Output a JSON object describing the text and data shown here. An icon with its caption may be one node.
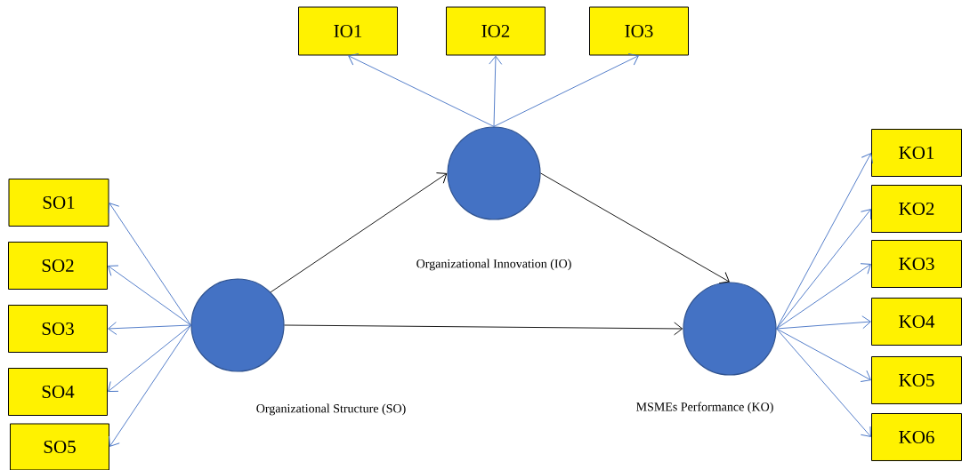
{
  "diagram": {
    "nodes": [
      {
        "text": [
          "IO1"
        ]
      },
      {
        "text": [
          "IO2"
        ]
      },
      {
        "text": [
          "IO3"
        ]
      },
      {
        "text": [],
        "shape": "circle",
        "beside": [
          "Organizational Innovation (IO)"
        ]
      },
      {
        "text": [
          "SO1"
        ]
      },
      {
        "text": [
          "SO2"
        ]
      },
      {
        "text": [
          "SO3"
        ]
      },
      {
        "text": [
          "SO4"
        ]
      },
      {
        "text": [
          "SO5"
        ]
      },
      {
        "text": [],
        "shape": "circle",
        "beside": [
          "Organizational Structure (SO)"
        ]
      },
      {
        "text": [
          "KO1"
        ]
      },
      {
        "text": [
          "KO2"
        ]
      },
      {
        "text": [
          "KO3"
        ]
      },
      {
        "text": [
          "KO4"
        ]
      },
      {
        "text": [
          "KO5"
        ]
      },
      {
        "text": [
          "KO6"
        ]
      },
      {
        "text": [],
        "shape": "circle",
        "beside": [
          "MSMEs Performance (KO)"
        ]
      }
    ],
    "edges": [
      {
        "from": 3,
        "to": 0,
        "arrow": "to"
      },
      {
        "from": 3,
        "to": 1,
        "arrow": "to"
      },
      {
        "from": 3,
        "to": 2,
        "arrow": "to"
      },
      {
        "from": 9,
        "to": 4,
        "arrow": "to"
      },
      {
        "from": 9,
        "to": 5,
        "arrow": "to"
      },
      {
        "from": 9,
        "to": 6,
        "arrow": "to"
      },
      {
        "from": 9,
        "to": 7,
        "arrow": "to"
      },
      {
        "from": 9,
        "to": 8,
        "arrow": "to"
      },
      {
        "from": 16,
        "to": 10,
        "arrow": "to"
      },
      {
        "from": 16,
        "to": 11,
        "arrow": "to"
      },
      {
        "from": 16,
        "to": 12,
        "arrow": "to"
      },
      {
        "from": 16,
        "to": 13,
        "arrow": "to"
      },
      {
        "from": 16,
        "to": 14,
        "arrow": "to"
      },
      {
        "from": 16,
        "to": 15,
        "arrow": "to"
      },
      {
        "from": 9,
        "to": 3,
        "arrow": "to",
        "color": "#000000"
      },
      {
        "from": 3,
        "to": 16,
        "arrow": "to",
        "color": "#000000"
      },
      {
        "from": 9,
        "to": 16,
        "arrow": "to",
        "color": "#000000"
      }
    ]
  }
}
